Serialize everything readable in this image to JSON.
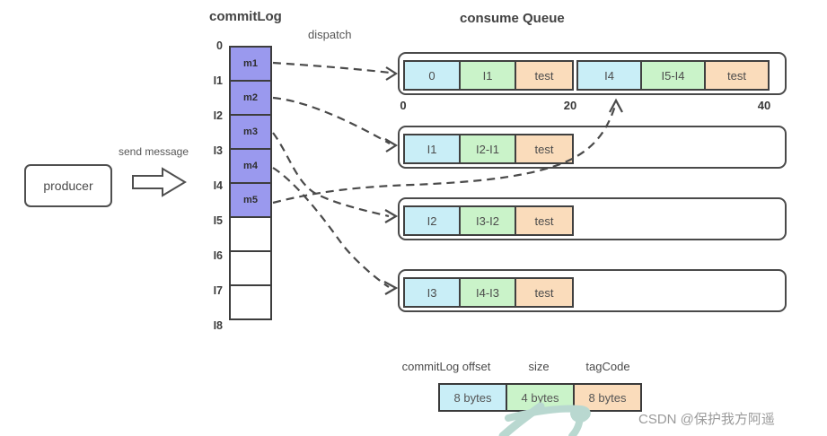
{
  "labels": {
    "commitlog_title": "commitLog",
    "dispatch": "dispatch",
    "consume_queue_title": "consume Queue",
    "send_message": "send message"
  },
  "producer": {
    "label": "producer"
  },
  "commitlog": {
    "offsets": [
      "0",
      "I1",
      "I2",
      "I3",
      "I4",
      "I5",
      "I6",
      "I7",
      "I8"
    ],
    "cells": [
      "m1",
      "m2",
      "m3",
      "m4",
      "m5",
      "",
      "",
      ""
    ]
  },
  "queues": {
    "rows": [
      {
        "cells": [
          "0",
          "I1",
          "test",
          "I4",
          "I5-I4",
          "test"
        ],
        "axis": [
          "0",
          "20",
          "40"
        ]
      },
      {
        "cells": [
          "I1",
          "I2-I1",
          "test"
        ]
      },
      {
        "cells": [
          "I2",
          "I3-I2",
          "test"
        ]
      },
      {
        "cells": [
          "I3",
          "I4-I3",
          "test"
        ]
      }
    ]
  },
  "legend": {
    "headers": [
      "commitLog offset",
      "size",
      "tagCode"
    ],
    "values": [
      "8 bytes",
      "4 bytes",
      "8 bytes"
    ]
  },
  "watermark": "CSDN @保护我方阿遥",
  "colors": {
    "commitlog_cell": "#9a99ee",
    "offset_cell": "#c9eef7",
    "size_cell": "#caf3c9",
    "tag_cell": "#fadcbb",
    "border": "#454545",
    "arrow": "#4a4a4a",
    "watermark_text": "#9a9a9a",
    "watermark_glyph": "#b9d8d0"
  }
}
